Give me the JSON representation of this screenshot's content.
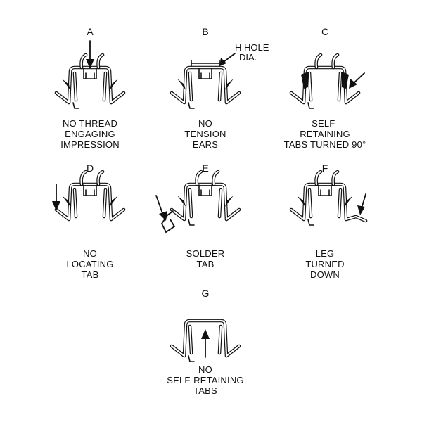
{
  "figures": [
    {
      "letter": "A",
      "caption": [
        "NO THREAD",
        "ENGAGING",
        "IMPRESSION"
      ]
    },
    {
      "letter": "B",
      "caption": [
        "NO",
        "TENSION",
        "EARS"
      ],
      "callout": [
        "H HOLE",
        "DIA."
      ]
    },
    {
      "letter": "C",
      "caption": [
        "SELF-",
        "RETAINING",
        "TABS TURNED 90°"
      ]
    },
    {
      "letter": "D",
      "caption": [
        "NO",
        "LOCATING",
        "TAB"
      ]
    },
    {
      "letter": "E",
      "caption": [
        "SOLDER",
        "TAB"
      ]
    },
    {
      "letter": "F",
      "caption": [
        "LEG",
        "TURNED",
        "DOWN"
      ]
    },
    {
      "letter": "G",
      "caption": [
        "NO",
        "SELF-RETAINING",
        "TABS"
      ]
    }
  ]
}
